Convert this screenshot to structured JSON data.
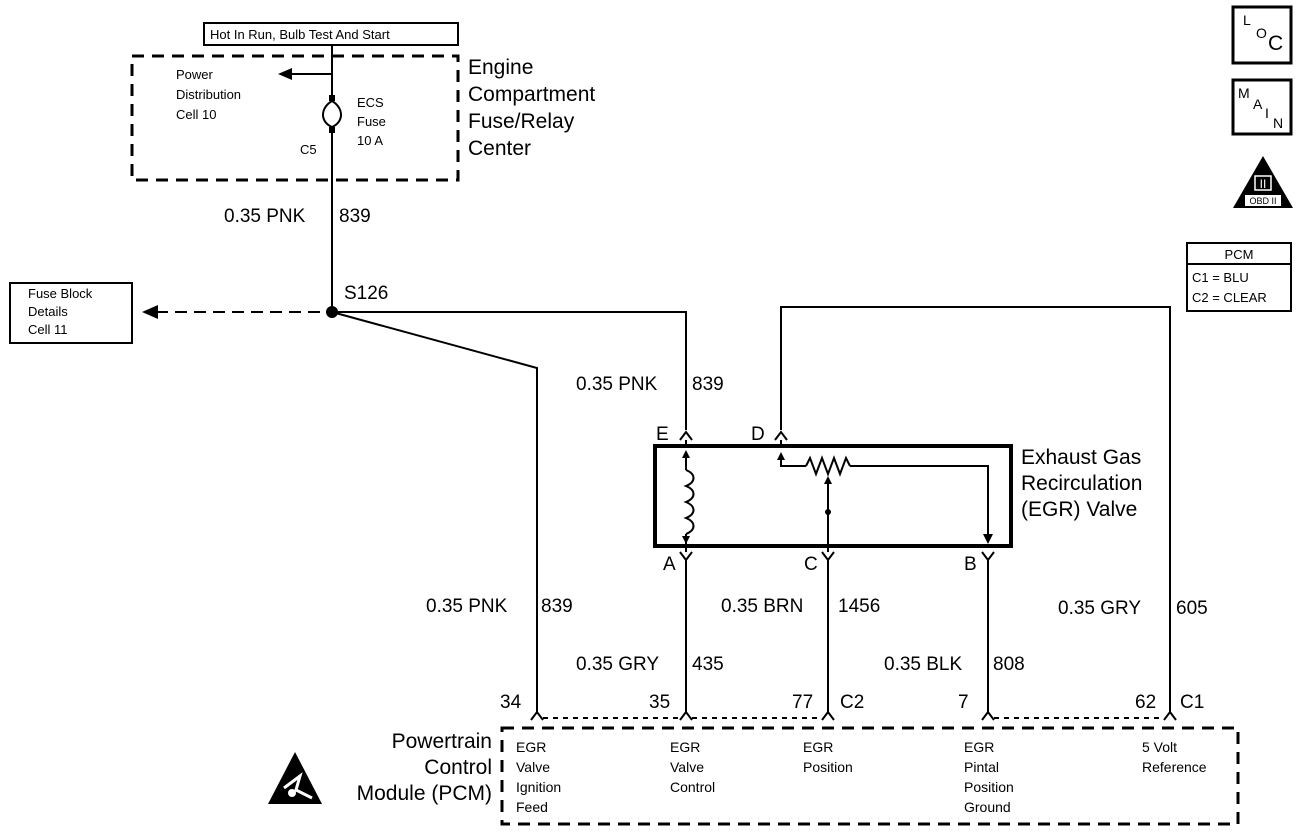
{
  "fuse_center": {
    "header": "Hot In Run, Bulb Test And Start",
    "title": [
      "Engine",
      "Compartment",
      "Fuse/Relay",
      "Center"
    ],
    "power_dist": [
      "Power",
      "Distribution",
      "Cell 10"
    ],
    "fuse": [
      "ECS",
      "Fuse",
      "10 A"
    ],
    "connector": "C5"
  },
  "fuse_block": [
    "Fuse Block",
    "Details",
    "Cell 11"
  ],
  "splice": "S126",
  "wires": {
    "w_top": "0.35 PNK",
    "w_top_num": "839",
    "w_e": "0.35 PNK",
    "w_e_num": "839",
    "w_34": "0.35 PNK",
    "w_34_num": "839",
    "w_35": "0.35 GRY",
    "w_35_num": "435",
    "w_77": "0.35 BRN",
    "w_77_num": "1456",
    "w_7": "0.35 BLK",
    "w_7_num": "808",
    "w_62": "0.35 GRY",
    "w_62_num": "605"
  },
  "egr_valve": {
    "title": [
      "Exhaust Gas",
      "Recirculation",
      "(EGR) Valve"
    ],
    "pins": {
      "E": "E",
      "D": "D",
      "A": "A",
      "C": "C",
      "B": "B"
    }
  },
  "pcm_legend": {
    "title": "PCM",
    "c1": "C1 = BLU",
    "c2": "C2 = CLEAR"
  },
  "pcm": {
    "title": [
      "Powertrain",
      "Control",
      "Module (PCM)"
    ],
    "pins": {
      "p34": "34",
      "p35": "35",
      "p77": "77",
      "c2": "C2",
      "p7": "7",
      "p62": "62",
      "c1": "C1"
    },
    "func_34": [
      "EGR",
      "Valve",
      "Ignition",
      "Feed"
    ],
    "func_35": [
      "EGR",
      "Valve",
      "Control"
    ],
    "func_77": [
      "EGR",
      "Position"
    ],
    "func_7": [
      "EGR",
      "Pintal",
      "Position",
      "Ground"
    ],
    "func_62": [
      "5 Volt",
      "Reference"
    ]
  },
  "nav": {
    "loc": [
      "L",
      "O",
      "C"
    ],
    "main": [
      "M",
      "A",
      "I",
      "N"
    ],
    "obd": [
      "II",
      "OBD II"
    ]
  }
}
